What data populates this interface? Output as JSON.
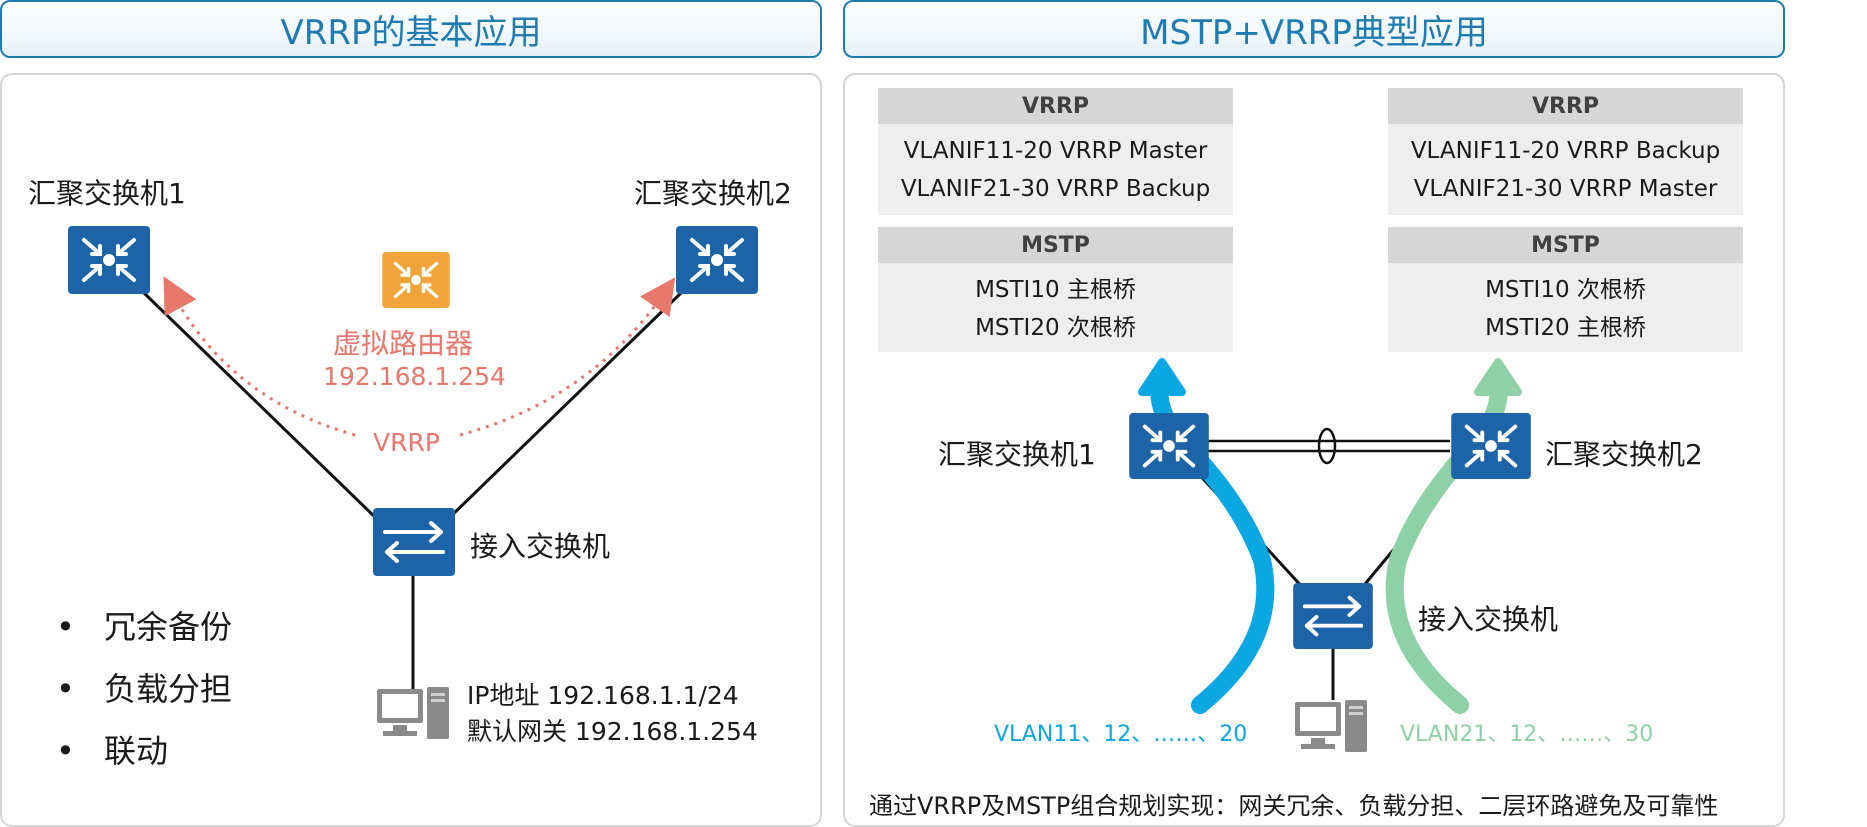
{
  "left": {
    "title": "VRRP的基本应用",
    "agg1_label": "汇聚交换机1",
    "agg2_label": "汇聚交换机2",
    "virtual_router_label": "虚拟路由器",
    "virtual_router_ip": "192.168.1.254",
    "vrrp_label": "VRRP",
    "access_label": "接入交换机",
    "pc_ip": "IP地址 192.168.1.1/24",
    "pc_gateway": "默认网关 192.168.1.254",
    "bullets": [
      "冗余备份",
      "负载分担",
      "联动"
    ]
  },
  "right": {
    "title": "MSTP+VRRP典型应用",
    "box1": {
      "vrrp_head": "VRRP",
      "vrrp_lines": [
        "VLANIF11-20  VRRP Master",
        "VLANIF21-30  VRRP Backup"
      ],
      "mstp_head": "MSTP",
      "mstp_lines": [
        "MSTI10  主根桥",
        "MSTI20  次根桥"
      ]
    },
    "box2": {
      "vrrp_head": "VRRP",
      "vrrp_lines": [
        "VLANIF11-20 VRRP Backup",
        "VLANIF21-30 VRRP Master"
      ],
      "mstp_head": "MSTP",
      "mstp_lines": [
        "MSTI10  次根桥",
        "MSTI20  主根桥"
      ]
    },
    "agg1_label": "汇聚交换机1",
    "agg2_label": "汇聚交换机2",
    "access_label": "接入交换机",
    "vlan_left": "VLAN11、12、……、20",
    "vlan_right": "VLAN21、12、……、30",
    "footer": "通过VRRP及MSTP组合规划实现：网关冗余、负载分担、二层环路避免及可靠性"
  },
  "colors": {
    "title": "#1f7cb3",
    "switch_blue": "#1d63a8",
    "virtual_router": "#f0a43a",
    "vrrp_red": "#e8776c",
    "arrow_cyan": "#0aa7e3",
    "arrow_green": "#8fd1a6"
  },
  "icons": {
    "aggregation_switch": "four-inward-arrows-icon",
    "access_switch": "bidirectional-arrows-icon",
    "pc": "desktop-computer-icon"
  }
}
